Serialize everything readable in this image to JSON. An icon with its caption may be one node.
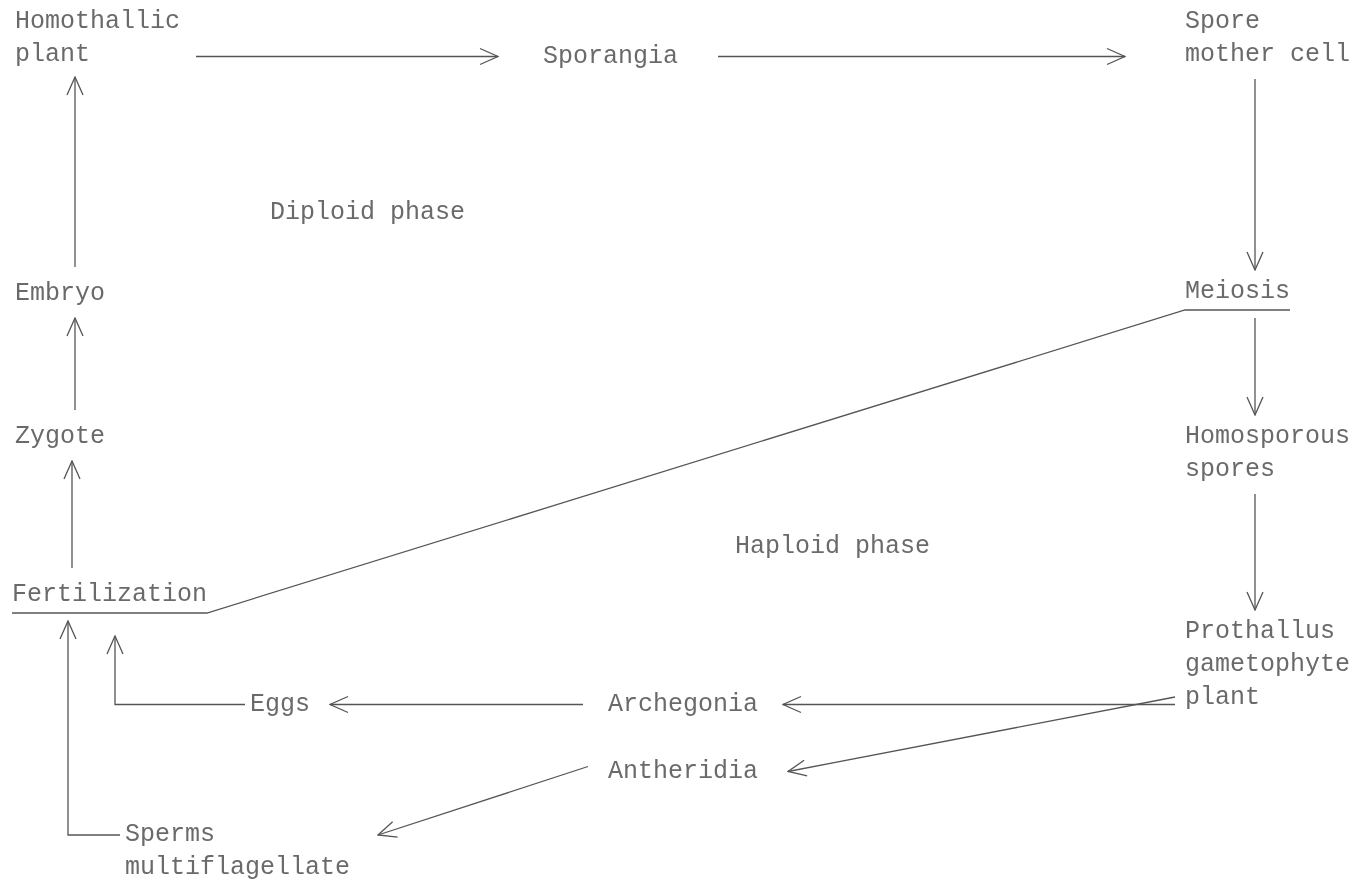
{
  "diagram": {
    "nodes": [
      {
        "text": [
          "Homothallic plant"
        ]
      },
      {
        "text": [
          "Sporangia"
        ]
      },
      {
        "text": [
          "Spore mother cell"
        ]
      },
      {
        "text": [
          "Embryo"
        ]
      },
      {
        "text": [
          "Meiosis"
        ]
      },
      {
        "text": [
          "Zygote"
        ]
      },
      {
        "text": [
          "Homosporous spores"
        ]
      },
      {
        "text": [
          "Fertilization"
        ]
      },
      {
        "text": [
          "Prothallus gametophyte plant"
        ]
      },
      {
        "text": [
          "Eggs"
        ]
      },
      {
        "text": [
          "Archegonia"
        ]
      },
      {
        "text": [
          "Antheridia"
        ]
      },
      {
        "text": [
          "Sperms multiflagellate"
        ]
      }
    ],
    "edges": [
      {
        "from": 0,
        "to": 1,
        "arrow": "to"
      },
      {
        "from": 1,
        "to": 2,
        "arrow": "to"
      },
      {
        "from": 2,
        "to": 4,
        "arrow": "to"
      },
      {
        "from": 4,
        "to": 6,
        "arrow": "to"
      },
      {
        "from": 6,
        "to": 8,
        "arrow": "to"
      },
      {
        "from": 8,
        "to": 10,
        "arrow": "to"
      },
      {
        "from": 8,
        "to": 11,
        "arrow": "to"
      },
      {
        "from": 10,
        "to": 9,
        "arrow": "to"
      },
      {
        "from": 11,
        "to": 12,
        "arrow": "to"
      },
      {
        "from": 9,
        "to": 7,
        "arrow": "to"
      },
      {
        "from": 12,
        "to": 7,
        "arrow": "to"
      },
      {
        "from": 7,
        "to": 5,
        "arrow": "to"
      },
      {
        "from": 5,
        "to": 3,
        "arrow": "to"
      },
      {
        "from": 3,
        "to": 0,
        "arrow": "to"
      },
      {
        "from": 7,
        "to": 4,
        "arrow": "none"
      }
    ],
    "labels": [
      "Diploid phase",
      "Haploid phase"
    ]
  }
}
